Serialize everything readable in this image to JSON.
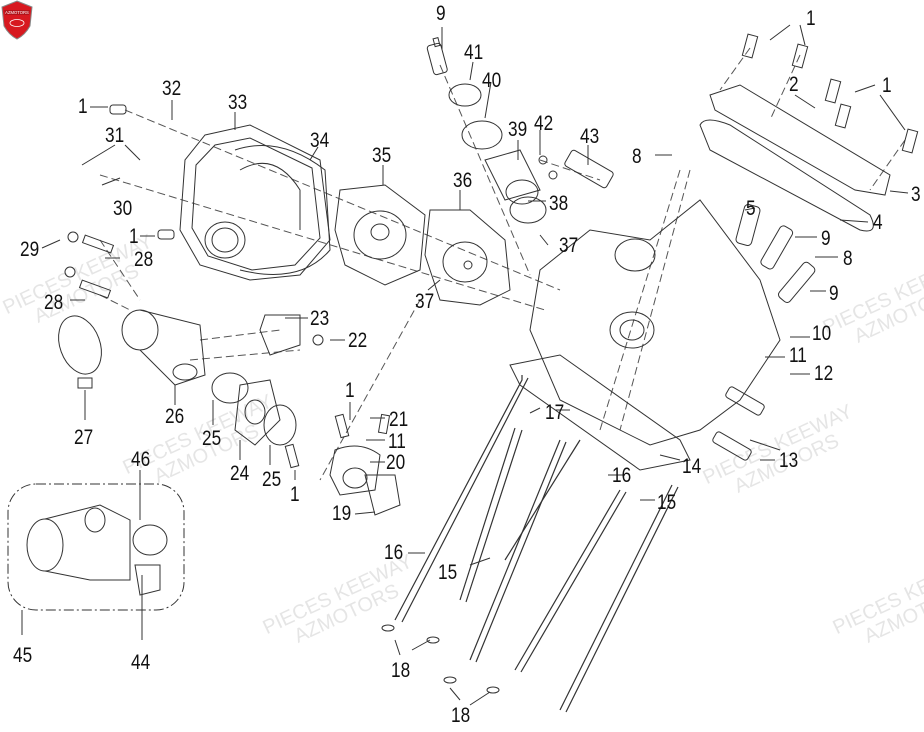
{
  "diagram": {
    "title": "Cylinder head exploded parts diagram",
    "watermark": {
      "line1": "PIECES KEEWAY",
      "line2": "AZMOTORS"
    },
    "logo": {
      "text": "AZMOTORS",
      "color": "#d71920"
    },
    "callouts": [
      {
        "id": "c1a",
        "num": "1"
      },
      {
        "id": "c1b",
        "num": "1"
      },
      {
        "id": "c1c",
        "num": "1"
      },
      {
        "id": "c1d",
        "num": "1"
      },
      {
        "id": "c1e",
        "num": "1"
      },
      {
        "id": "c1f",
        "num": "1"
      },
      {
        "id": "c2",
        "num": "2"
      },
      {
        "id": "c3",
        "num": "3"
      },
      {
        "id": "c4",
        "num": "4"
      },
      {
        "id": "c5",
        "num": "5"
      },
      {
        "id": "c8a",
        "num": "8"
      },
      {
        "id": "c8b",
        "num": "8"
      },
      {
        "id": "c9a",
        "num": "9"
      },
      {
        "id": "c9b",
        "num": "9"
      },
      {
        "id": "c9c",
        "num": "9"
      },
      {
        "id": "c10",
        "num": "10"
      },
      {
        "id": "c11a",
        "num": "11"
      },
      {
        "id": "c11b",
        "num": "11"
      },
      {
        "id": "c12",
        "num": "12"
      },
      {
        "id": "c13",
        "num": "13"
      },
      {
        "id": "c14",
        "num": "14"
      },
      {
        "id": "c15a",
        "num": "15"
      },
      {
        "id": "c15b",
        "num": "15"
      },
      {
        "id": "c16a",
        "num": "16"
      },
      {
        "id": "c16b",
        "num": "16"
      },
      {
        "id": "c17",
        "num": "17"
      },
      {
        "id": "c18a",
        "num": "18"
      },
      {
        "id": "c18b",
        "num": "18"
      },
      {
        "id": "c19",
        "num": "19"
      },
      {
        "id": "c20",
        "num": "20"
      },
      {
        "id": "c21",
        "num": "21"
      },
      {
        "id": "c22",
        "num": "22"
      },
      {
        "id": "c23",
        "num": "23"
      },
      {
        "id": "c24",
        "num": "24"
      },
      {
        "id": "c25a",
        "num": "25"
      },
      {
        "id": "c25b",
        "num": "25"
      },
      {
        "id": "c26",
        "num": "26"
      },
      {
        "id": "c27",
        "num": "27"
      },
      {
        "id": "c28a",
        "num": "28"
      },
      {
        "id": "c28b",
        "num": "28"
      },
      {
        "id": "c29",
        "num": "29"
      },
      {
        "id": "c30",
        "num": "30"
      },
      {
        "id": "c31",
        "num": "31"
      },
      {
        "id": "c32",
        "num": "32"
      },
      {
        "id": "c33",
        "num": "33"
      },
      {
        "id": "c34",
        "num": "34"
      },
      {
        "id": "c35",
        "num": "35"
      },
      {
        "id": "c36",
        "num": "36"
      },
      {
        "id": "c37a",
        "num": "37"
      },
      {
        "id": "c37b",
        "num": "37"
      },
      {
        "id": "c38",
        "num": "38"
      },
      {
        "id": "c39",
        "num": "39"
      },
      {
        "id": "c40",
        "num": "40"
      },
      {
        "id": "c41",
        "num": "41"
      },
      {
        "id": "c42",
        "num": "42"
      },
      {
        "id": "c43",
        "num": "43"
      },
      {
        "id": "c44",
        "num": "44"
      },
      {
        "id": "c45",
        "num": "45"
      },
      {
        "id": "c46",
        "num": "46"
      }
    ]
  }
}
